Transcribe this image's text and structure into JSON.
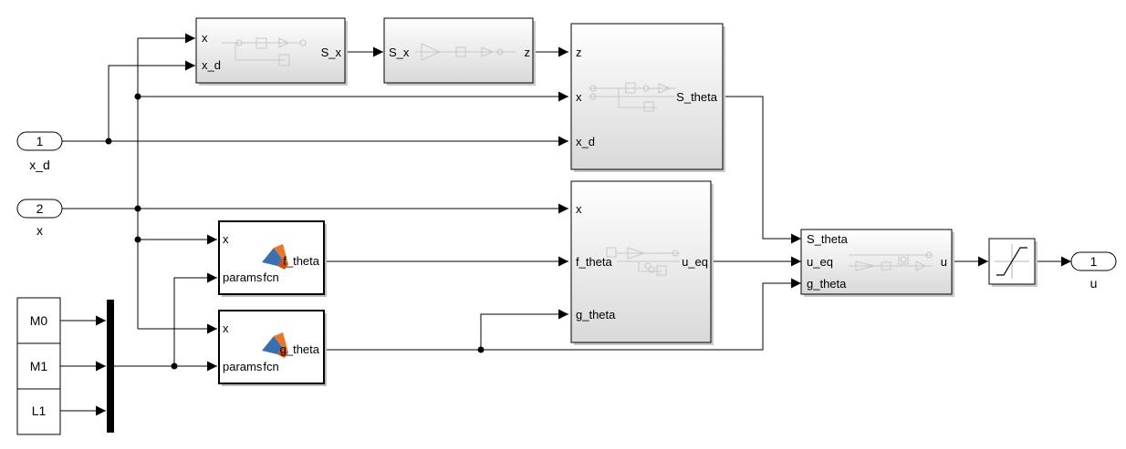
{
  "inports": [
    {
      "id": "in1",
      "number": "1",
      "name": "x_d"
    },
    {
      "id": "in2",
      "number": "2",
      "name": "x"
    }
  ],
  "outports": [
    {
      "id": "out1",
      "number": "1",
      "name": "u"
    }
  ],
  "constants": [
    {
      "id": "c0",
      "label": "M0"
    },
    {
      "id": "c1",
      "label": "M1"
    },
    {
      "id": "c2",
      "label": "L1"
    }
  ],
  "subsystems": {
    "sx": {
      "inputs": [
        "x",
        "x_d"
      ],
      "outputs": [
        "S_x"
      ]
    },
    "z": {
      "inputs": [
        "S_x"
      ],
      "outputs": [
        "z"
      ]
    },
    "stheta": {
      "inputs": [
        "z",
        "x",
        "x_d"
      ],
      "outputs": [
        "S_theta"
      ]
    },
    "ueq": {
      "inputs": [
        "x",
        "f_theta",
        "g_theta"
      ],
      "outputs": [
        "u_eq"
      ]
    },
    "u": {
      "inputs": [
        "S_theta",
        "u_eq",
        "g_theta"
      ],
      "outputs": [
        "u"
      ]
    }
  },
  "fcn_blocks": {
    "f": {
      "inputs": [
        "x",
        "params"
      ],
      "output": "f_theta",
      "fn": "fcn"
    },
    "g": {
      "inputs": [
        "x",
        "params"
      ],
      "output": "g_theta",
      "fn": "fcn"
    }
  },
  "colors": {
    "line": "#000000",
    "block_border": "#000000",
    "gradient_top": "#ffffff",
    "gradient_bottom": "#d6d6d6",
    "mux": "#000000",
    "matlab_orange": "#e8762b",
    "matlab_blue": "#3a6fb0"
  }
}
